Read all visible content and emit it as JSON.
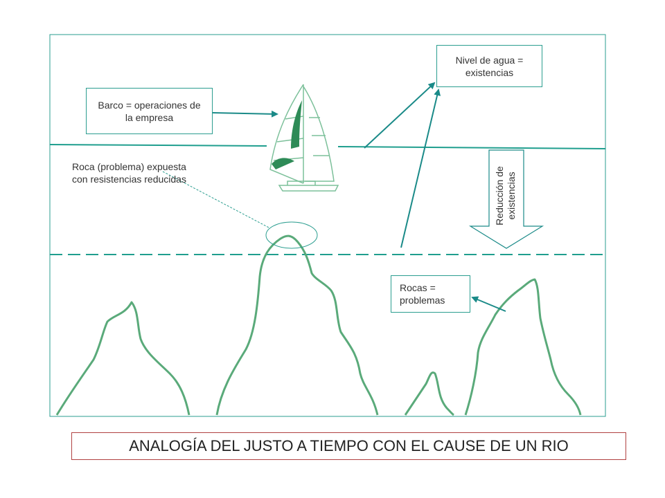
{
  "labels": {
    "boat": "Barco = operaciones de la empresa",
    "water": "Nivel de agua = existencias",
    "rock_exposed": "Roca (problema) expuesta con resistencias reducidas",
    "reduction": "Reducción de existencias",
    "rocks": "Rocas = problemas",
    "title": "ANALOGÍA DEL JUSTO A TIEMPO CON EL CAUSE DE UN RIO"
  },
  "colors": {
    "frame": "#2a9d8f",
    "water_line": "#1f9e8e",
    "rock": "#5aaa7a",
    "arrow": "#1a8a88",
    "title_border": "#b04040"
  }
}
